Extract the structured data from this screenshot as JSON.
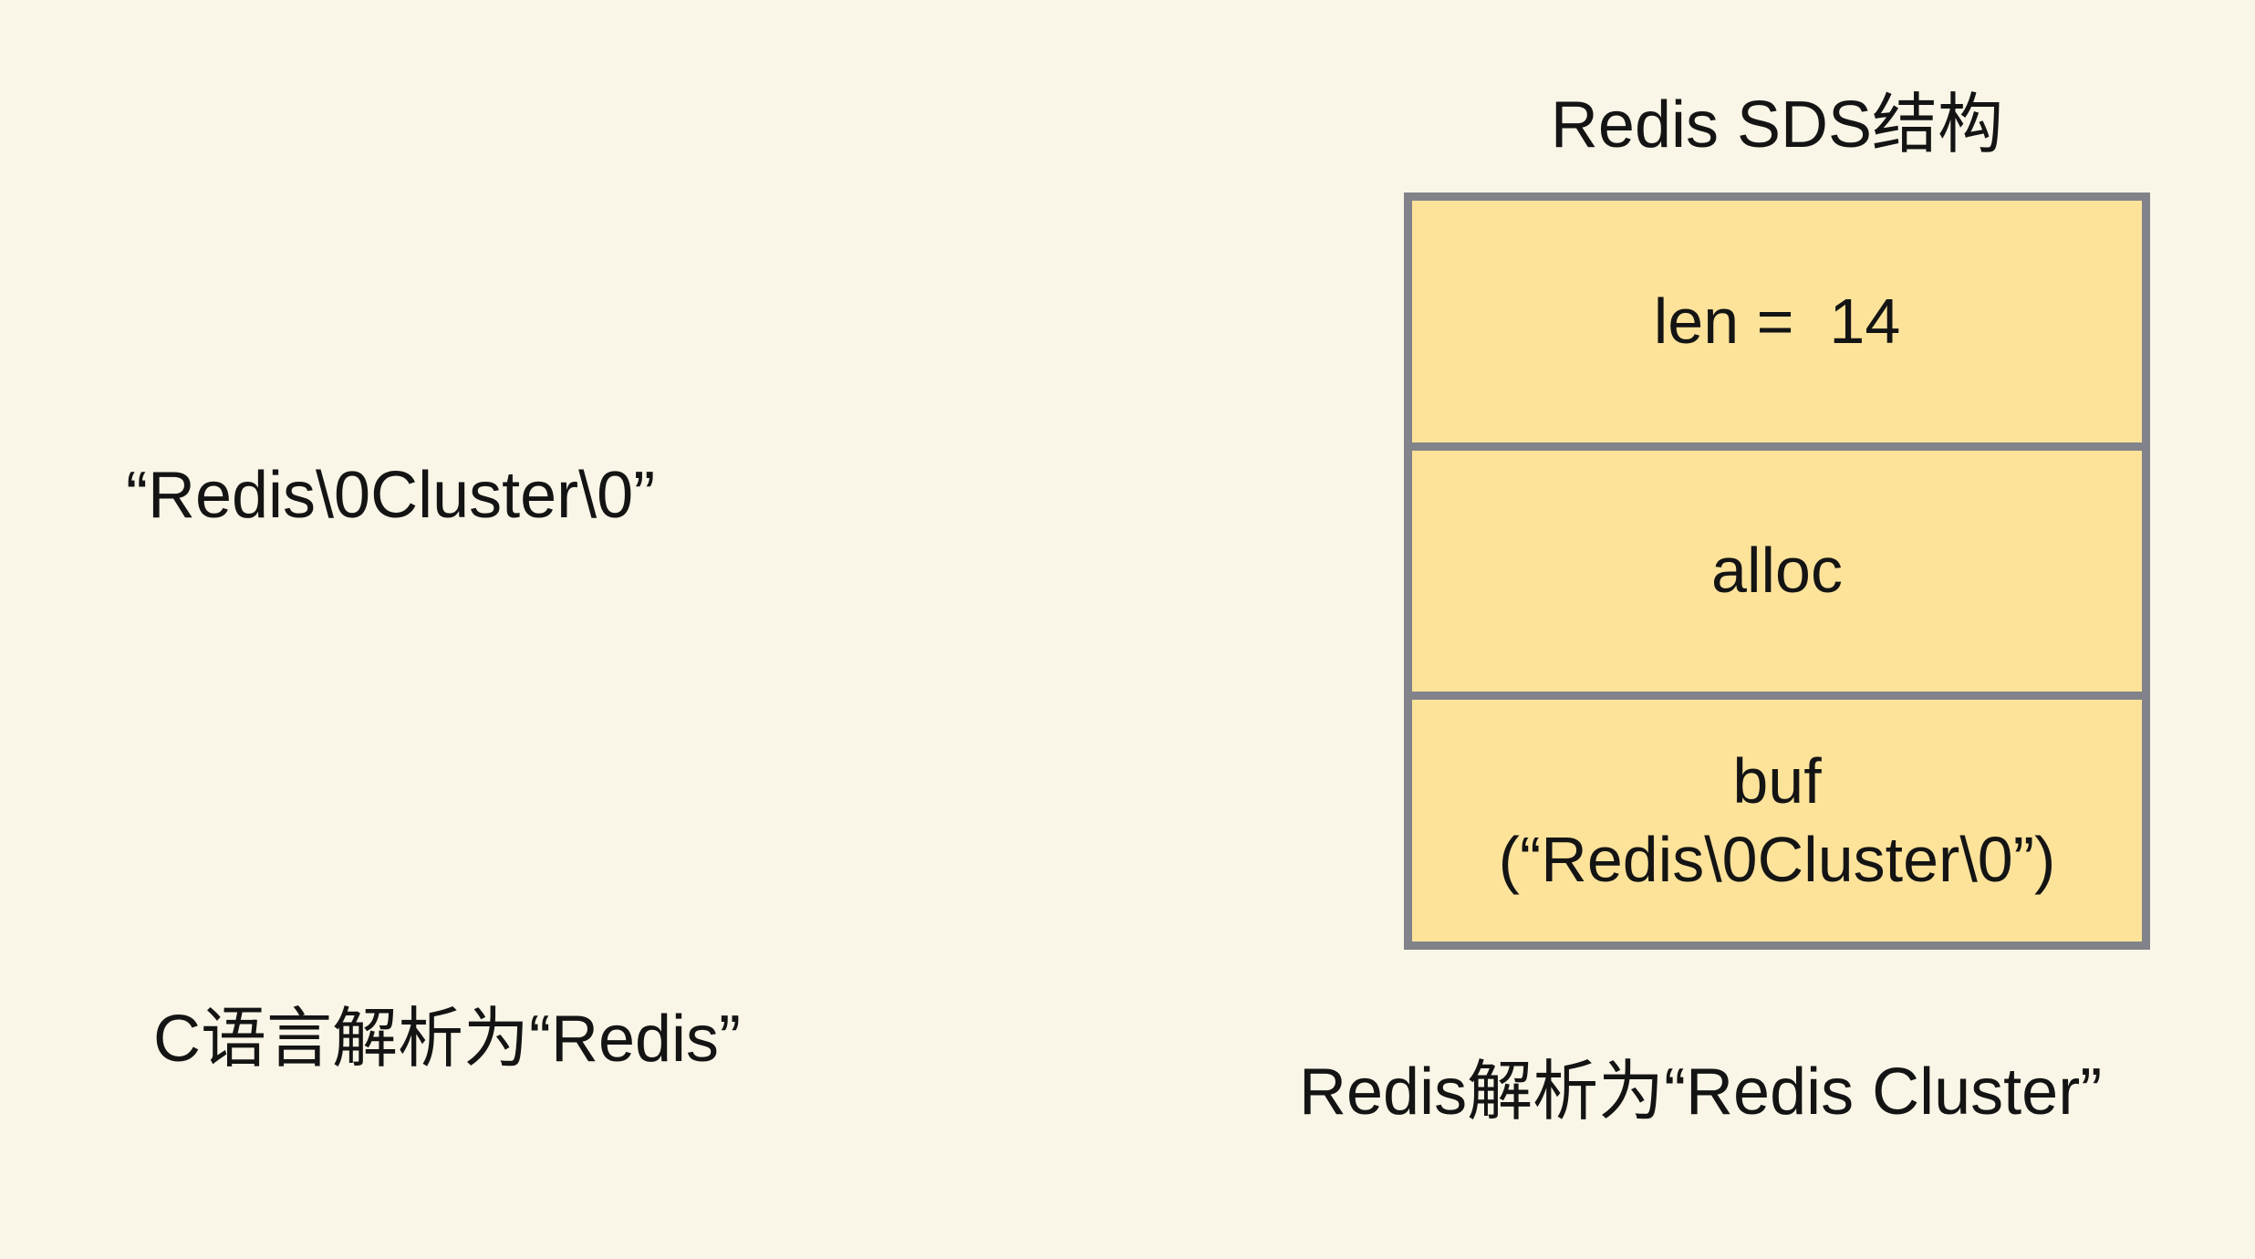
{
  "diagram": {
    "left_panel": {
      "string_literal": "“Redis\\0Cluster\\0”",
      "c_interpretation": "C语言解析为“Redis”"
    },
    "sds_structure": {
      "title": "Redis SDS结构",
      "fields": [
        {
          "name": "len",
          "label": "len =  14"
        },
        {
          "name": "alloc",
          "label": "alloc"
        },
        {
          "name": "buf",
          "label": "buf",
          "value": "(“Redis\\0Cluster\\0”)"
        }
      ],
      "redis_interpretation": "Redis解析为“Redis Cluster”"
    },
    "colors": {
      "background": "#F9F6E7",
      "cell_fill": "#FDE39A",
      "cell_border": "#82828A",
      "text": "#141414"
    }
  }
}
